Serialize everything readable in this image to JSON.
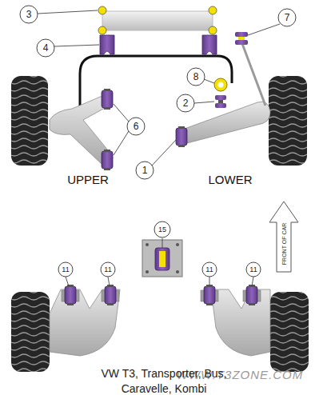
{
  "diagram": {
    "caption": "VW T3, Transporter, Bus, Caravelle, Kombi",
    "labels": [
      "3",
      "7",
      "4",
      "8",
      "2",
      "6",
      "UPPER",
      "1",
      "LOWER",
      "15",
      "FRONT OF CAR",
      "11",
      "11",
      "11",
      "11",
      "WWW.T3ZONE.COM"
    ]
  }
}
